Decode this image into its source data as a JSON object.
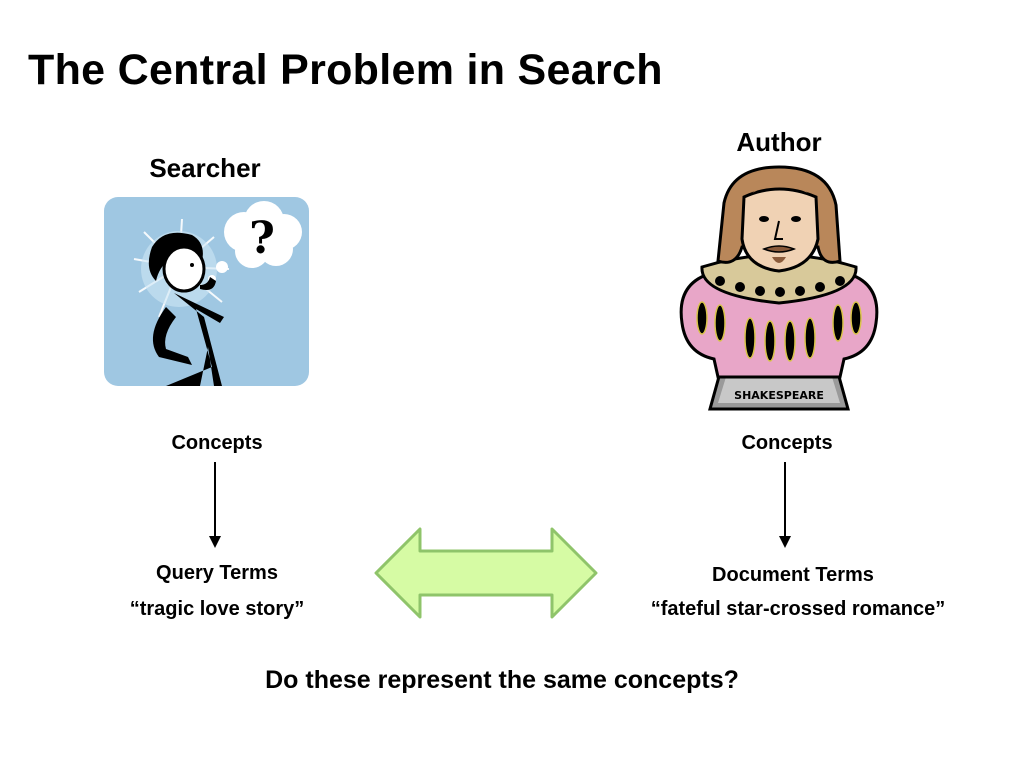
{
  "slide": {
    "title": "The Central Problem in Search",
    "question": "Do these represent the same concepts?"
  },
  "searcher": {
    "heading": "Searcher",
    "concepts": "Concepts",
    "terms_heading": "Query Terms",
    "terms_example": "“tragic love story”"
  },
  "author": {
    "heading": "Author",
    "concepts": "Concepts",
    "terms_heading": "Document Terms",
    "terms_example": "“fateful star-crossed romance”",
    "bust_label": "SHAKESPEARE"
  },
  "colors": {
    "searcher_panel": "#9fc7e2",
    "double_arrow_fill": "#d6fba4",
    "double_arrow_stroke": "#8fc46a",
    "doublet_pink": "#e8a6c8"
  }
}
